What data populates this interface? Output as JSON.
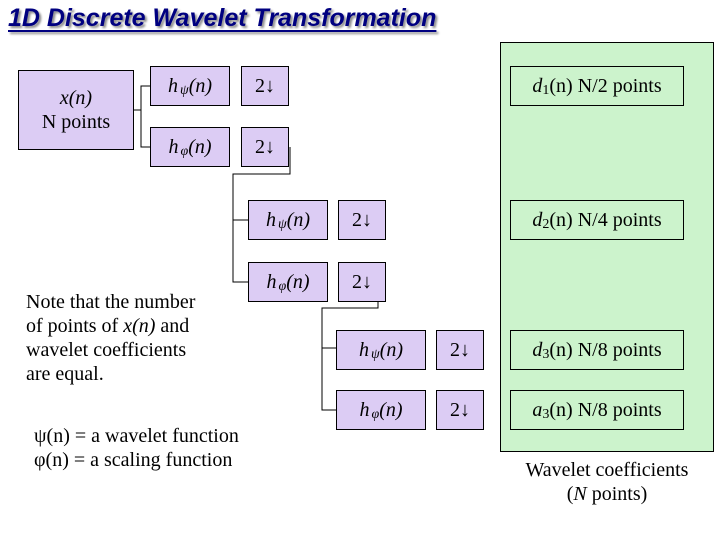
{
  "title": "1D Discrete Wavelet Transformation",
  "input": {
    "line1": "x(n)",
    "line2": "N points"
  },
  "filter": {
    "h": "h",
    "psi": "ψ",
    "phi": "φ",
    "arg": "(n)"
  },
  "downsample": "2",
  "outputs": [
    {
      "sym": "d",
      "sub": "1",
      "arg": "(n)",
      "text": "N/2 points"
    },
    {
      "sym": "d",
      "sub": "2",
      "arg": "(n)",
      "text": "N/4 points"
    },
    {
      "sym": "d",
      "sub": "3",
      "arg": "(n)",
      "text": "N/8 points"
    },
    {
      "sym": "a",
      "sub": "3",
      "arg": "(n)",
      "text": "N/8 points"
    }
  ],
  "note": {
    "l1": "Note that the number",
    "l2a": "of points of ",
    "l2b": "x(n)",
    "l2c": " and",
    "l3": "wavelet coefficients",
    "l4": "are equal."
  },
  "legend": {
    "psi_sym": "ψ",
    "psi_text": "(n) = a wavelet function",
    "phi_sym": "φ",
    "phi_text": "(n) = a scaling function"
  },
  "caption": {
    "l1": "Wavelet coefficients",
    "l2a": "(",
    "l2b": "N",
    "l2c": " points)"
  }
}
